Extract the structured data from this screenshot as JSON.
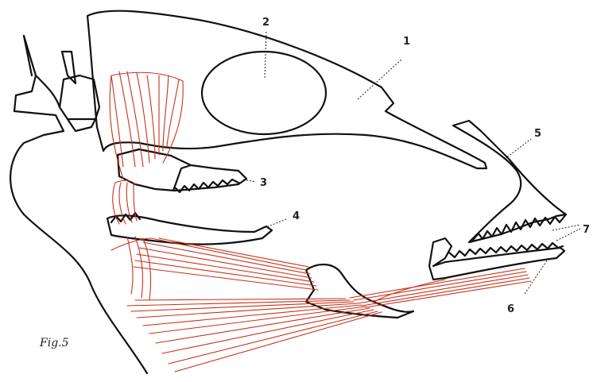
{
  "caption": "Fig.5",
  "labels": {
    "l1": "1",
    "l2": "2",
    "l3": "3",
    "l4": "4",
    "l5": "5",
    "l6": "6",
    "l7": "7"
  },
  "colors": {
    "outline": "#111111",
    "muscle": "#c8311a",
    "background": "#ffffff"
  }
}
